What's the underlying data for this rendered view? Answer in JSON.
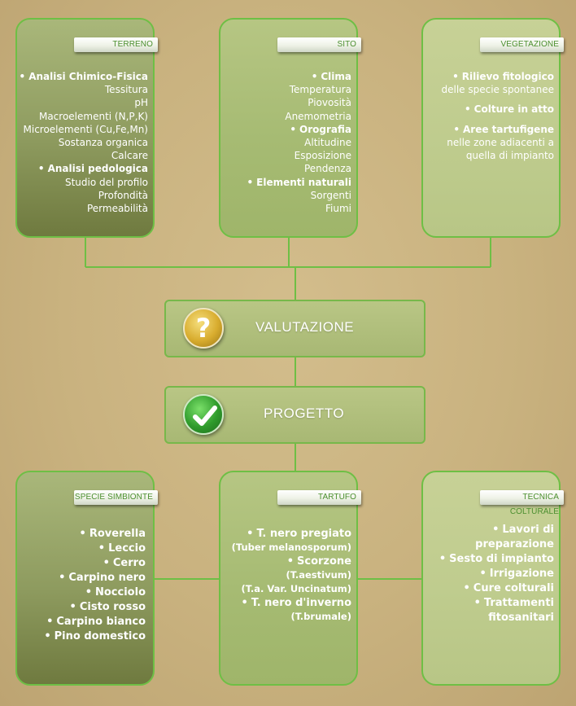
{
  "top_boxes": {
    "terreno": {
      "tag": "TERRENO",
      "lines": [
        "Analisi Chimico-Fisica",
        "Tessitura",
        "pH",
        "Macroelementi (N,P,K)",
        "Microelementi (Cu,Fe,Mn)",
        "Sostanza organica",
        "Calcare",
        "Analisi pedologica",
        "Studio del profilo",
        "Profondità",
        "Permeabilità"
      ]
    },
    "sito": {
      "tag": "SITO",
      "lines": [
        "Clima",
        "Temperatura",
        "Piovosità",
        "Anemometria",
        "Orografia",
        "Altitudine",
        "Esposizione",
        "Pendenza",
        "Elementi naturali",
        "Sorgenti",
        "Fiumi"
      ]
    },
    "vegetazione": {
      "tag": "VEGETAZIONE",
      "lines": [
        "Rilievo fitologico",
        "delle specie spontanee",
        "Colture in atto",
        "Aree tartufigene",
        "nelle zone adiacenti a",
        "quella di impianto"
      ]
    }
  },
  "bars": {
    "valutazione": {
      "label": "VALUTAZIONE",
      "icon": "question-icon",
      "glyph": "?"
    },
    "progetto": {
      "label": "PROGETTO",
      "icon": "checkmark-icon"
    }
  },
  "bottom_boxes": {
    "specie": {
      "tag": "SPECIE SIMBIONTE",
      "lines": [
        "Roverella",
        "Leccio",
        "Cerro",
        "Carpino nero",
        "Nocciolo",
        "Cisto rosso",
        "Carpino bianco",
        "Pino domestico"
      ]
    },
    "tartufo": {
      "tag": "TARTUFO",
      "lines": [
        "T. nero pregiato",
        "(Tuber melanosporum)",
        "Scorzone",
        "(T.aestivum)",
        "(T.a. Var. Uncinatum)",
        "T. nero d'inverno",
        "(T.brumale)"
      ]
    },
    "tecnica": {
      "tag": "TECNICA COLTURALE",
      "lines": [
        "Lavori di",
        "preparazione",
        "Sesto di impianto",
        "Irrigazione",
        "Cure colturali",
        "Trattamenti",
        "fitosanitari"
      ]
    }
  },
  "bullet_char": "•",
  "colors": {
    "border_green": "#6ebf45",
    "tag_text": "#4b8f2f",
    "background": "#c9b27f",
    "text": "#ffffff"
  }
}
